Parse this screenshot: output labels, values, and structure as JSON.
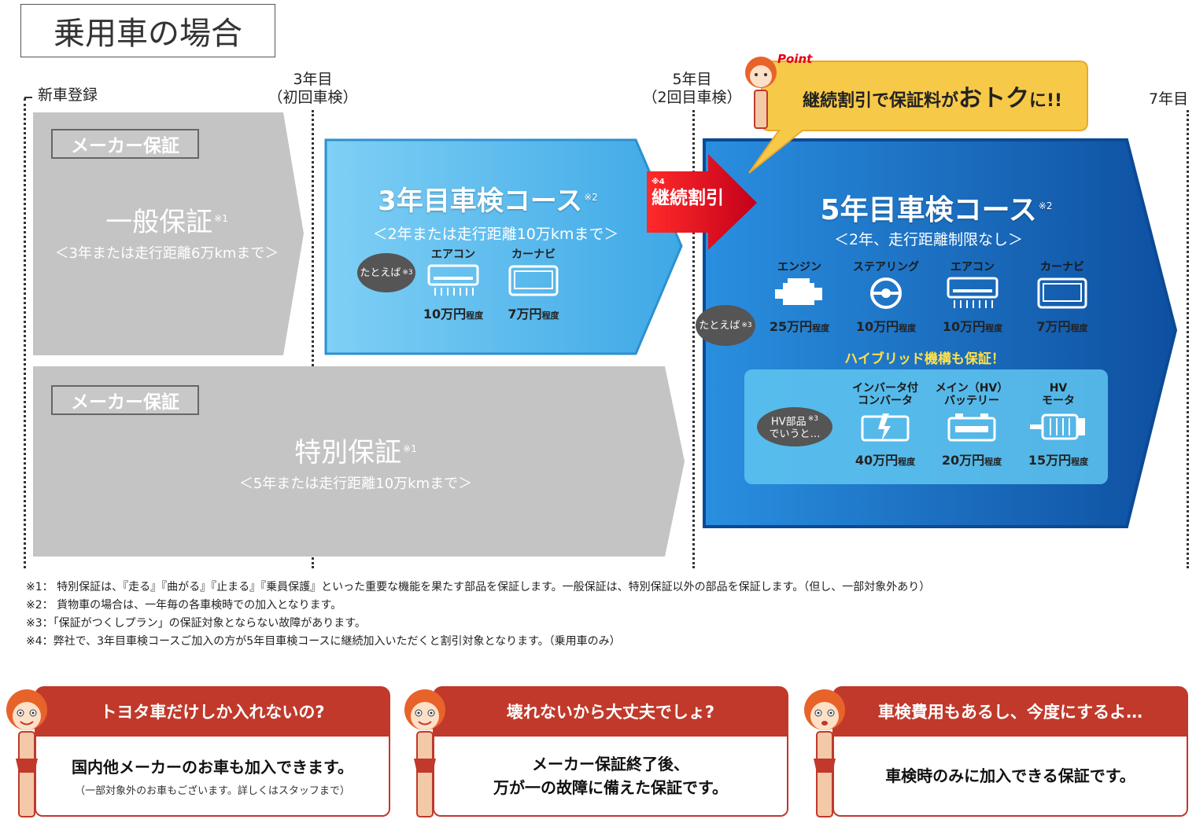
{
  "title": "乗用車の場合",
  "timeline": {
    "new_car": "新車登録",
    "y3_a": "3年目",
    "y3_b": "（初回車検）",
    "y5_a": "5年目",
    "y5_b": "（2回目車検）",
    "y7": "7年目"
  },
  "general": {
    "maker_label": "メーカー保証",
    "title": "一般保証",
    "note": "※1",
    "sub": "＜3年または走行距離6万kmまで＞"
  },
  "special": {
    "maker_label": "メーカー保証",
    "title": "特別保証",
    "note": "※1",
    "sub": "＜5年または走行距離10万kmまで＞"
  },
  "course3": {
    "title": "3年目車検コース",
    "note": "※2",
    "sub": "＜2年または走行距離10万kmまで＞",
    "bubble": "たとえば",
    "bubble_note": "※3",
    "items": [
      {
        "label": "エアコン",
        "price": "10万円",
        "unit": "程度",
        "icon": "aircon-icon"
      },
      {
        "label": "カーナビ",
        "price": "7万円",
        "unit": "程度",
        "icon": "carnavi-icon"
      }
    ]
  },
  "discount_arrow": {
    "note": "※4",
    "label": "継続割引"
  },
  "point": {
    "tag": "Point",
    "text_a": "継続割引で保証料が",
    "text_b": "おトク",
    "text_c": "に!!"
  },
  "course5": {
    "title": "5年目車検コース",
    "note": "※2",
    "sub": "＜2年、走行距離制限なし＞",
    "bubble": "たとえば",
    "bubble_note": "※3",
    "items": [
      {
        "label": "エンジン",
        "price": "25万円",
        "unit": "程度",
        "icon": "engine-icon"
      },
      {
        "label": "ステアリング",
        "price": "10万円",
        "unit": "程度",
        "icon": "steering-icon"
      },
      {
        "label": "エアコン",
        "price": "10万円",
        "unit": "程度",
        "icon": "aircon-icon"
      },
      {
        "label": "カーナビ",
        "price": "7万円",
        "unit": "程度",
        "icon": "carnavi-icon"
      }
    ],
    "hybrid_heading": "ハイブリッド機構も保証！",
    "hv_bubble_a": "HV部品",
    "hv_bubble_b": "でいうと…",
    "hv_bubble_note": "※3",
    "hv_items": [
      {
        "label_a": "インバータ付",
        "label_b": "コンバータ",
        "price": "40万円",
        "unit": "程度",
        "icon": "inverter-icon"
      },
      {
        "label_a": "メイン（HV）",
        "label_b": "バッテリー",
        "price": "20万円",
        "unit": "程度",
        "icon": "battery-icon"
      },
      {
        "label_a": "HV",
        "label_b": "モータ",
        "price": "15万円",
        "unit": "程度",
        "icon": "motor-icon"
      }
    ]
  },
  "footnotes": [
    "※1： 特別保証は、『走る』『曲がる』『止まる』『乗員保護』といった重要な機能を果たす部品を保証します。一般保証は、特別保証以外の部品を保証します。（但し、一部対象外あり）",
    "※2： 貨物車の場合は、一年毎の各車検時での加入となります。",
    "※3：「保証がつくしプラン」の保証対象とならない故障があります。",
    "※4：弊社で、3年目車検コースご加入の方が5年目車検コースに継続加入いただくと割引対象となります。（乗用車のみ）"
  ],
  "qa": [
    {
      "q": "トヨタ車だけしか入れないの?",
      "a1": "国内他メーカーのお車も加入できます。",
      "a2": "",
      "small": "（一部対象外のお車もございます。詳しくはスタッフまで）"
    },
    {
      "q": "壊れないから大丈夫でしょ?",
      "a1": "メーカー保証終了後、",
      "a2": "万が一の故障に備えた保証です。",
      "small": ""
    },
    {
      "q": "車検費用もあるし、今度にするよ…",
      "a1": "車検時のみに加入できる保証です。",
      "a2": "",
      "small": ""
    }
  ],
  "colors": {
    "gray": "#c4c4c4",
    "light_blue": "#4ab4ea",
    "dark_blue": "#1a6fc4",
    "red": "#e3001b",
    "yellow": "#f7c948",
    "qa_red": "#c0392b"
  }
}
